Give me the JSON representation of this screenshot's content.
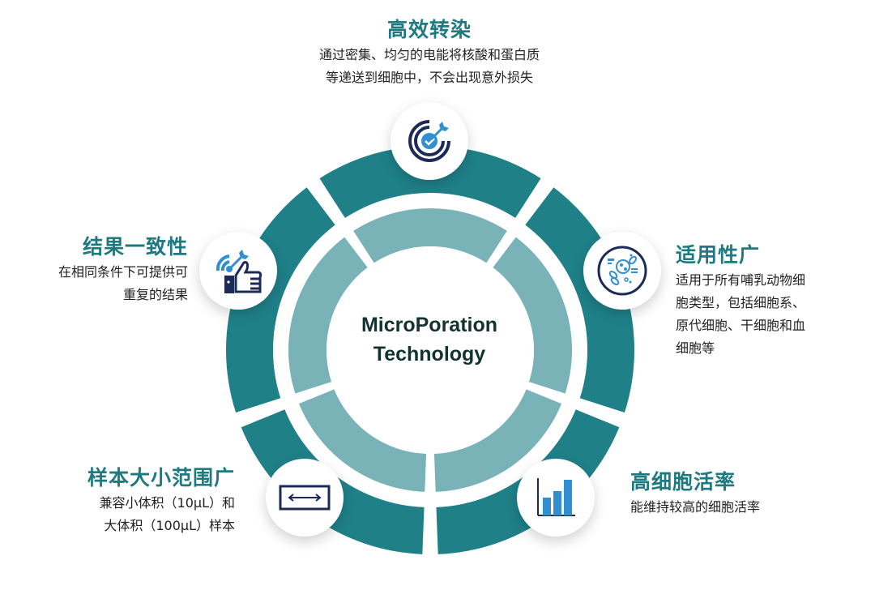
{
  "center": {
    "line1": "MicroPoration",
    "line2": "Technology"
  },
  "colors": {
    "outer_ring": "#1f8088",
    "inner_ring": "#79b3b8",
    "title_teal": "#1d7a80",
    "center_text": "#12332f",
    "icon_navy": "#1b2a57",
    "icon_blue": "#2f8fd0"
  },
  "features": [
    {
      "id": "efficient-transfection",
      "title": "高效转染",
      "desc_lines": [
        "通过密集、均匀的电能将核酸和蛋白质",
        "等递送到细胞中，不会出现意外损失"
      ],
      "icon": "target-icon"
    },
    {
      "id": "broad-applicability",
      "title": "适用性广",
      "desc_lines": [
        "适用于所有哺乳动物细",
        "胞类型，包括细胞系、",
        "原代细胞、干细胞和血",
        "细胞等"
      ],
      "icon": "cells-icon"
    },
    {
      "id": "high-viability",
      "title": "高细胞活率",
      "desc_lines": [
        "能维持较高的细胞活率"
      ],
      "icon": "bar-chart-icon"
    },
    {
      "id": "sample-range",
      "title": "样本大小范围广",
      "desc_lines": [
        "兼容小体积（10μL）和",
        "大体积（100μL）样本"
      ],
      "icon": "range-arrow-icon"
    },
    {
      "id": "consistent-results",
      "title": "结果一致性",
      "desc_lines": [
        "在相同条件下可提供可",
        "重复的结果"
      ],
      "icon": "target-thumbs-up-icon"
    }
  ]
}
